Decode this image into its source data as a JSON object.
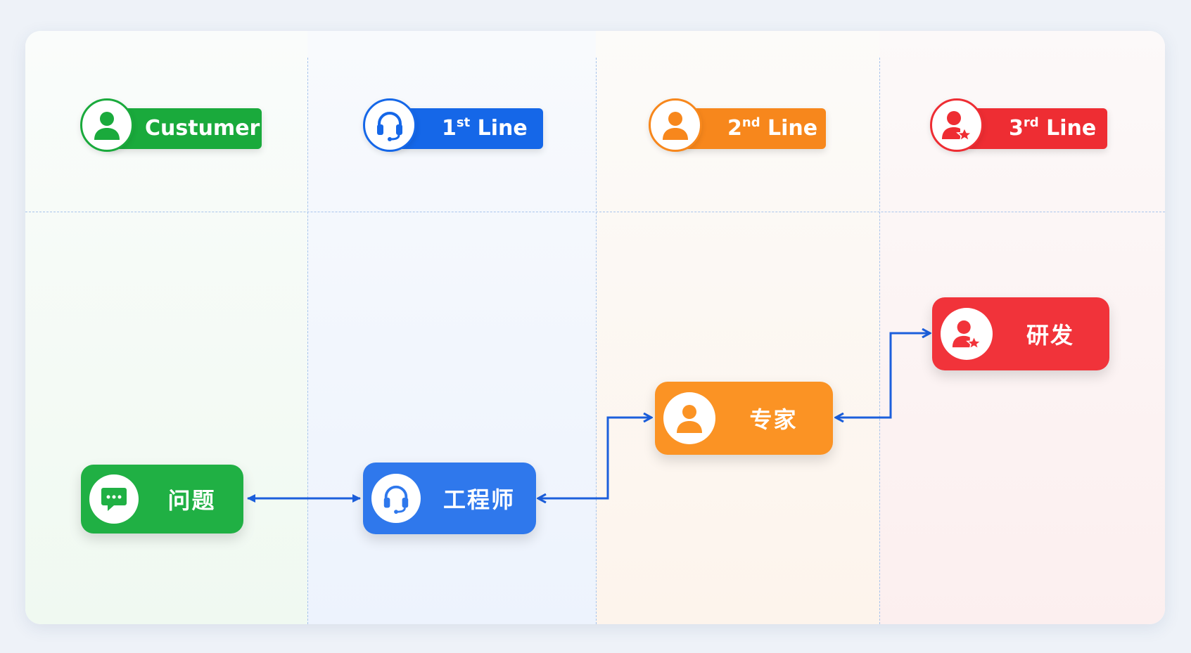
{
  "colors": {
    "customer": "#1aaa3c",
    "line1": "#1567e8",
    "line2": "#f7871c",
    "line3": "#ee2d33",
    "node_customer": "#20b044",
    "node_line1": "#2f78ec",
    "node_line2": "#fb9324",
    "node_line3": "#f1333a",
    "connector": "#1c5fdc",
    "grid": "#a8c4ec"
  },
  "headers": [
    {
      "text": "Custumer",
      "sup": "",
      "icon": "user-icon"
    },
    {
      "text": "1",
      "sup": "st",
      "suffix": " Line",
      "icon": "headset-icon"
    },
    {
      "text": "2",
      "sup": "nd",
      "suffix": " Line",
      "icon": "user-icon"
    },
    {
      "text": "3",
      "sup": "rd",
      "suffix": " Line",
      "icon": "user-star-icon"
    }
  ],
  "nodes": {
    "problem": {
      "label": "问题",
      "icon": "chat-bubble-icon"
    },
    "engineer": {
      "label": "工程师",
      "icon": "headset-icon"
    },
    "expert": {
      "label": "专家",
      "icon": "user-icon"
    },
    "rnd": {
      "label": "研发",
      "icon": "user-star-icon"
    }
  },
  "connections": [
    {
      "from": "problem",
      "to": "engineer",
      "direction": "both"
    },
    {
      "from": "engineer",
      "to": "expert",
      "direction": "both"
    },
    {
      "from": "expert",
      "to": "rnd",
      "direction": "both"
    }
  ]
}
